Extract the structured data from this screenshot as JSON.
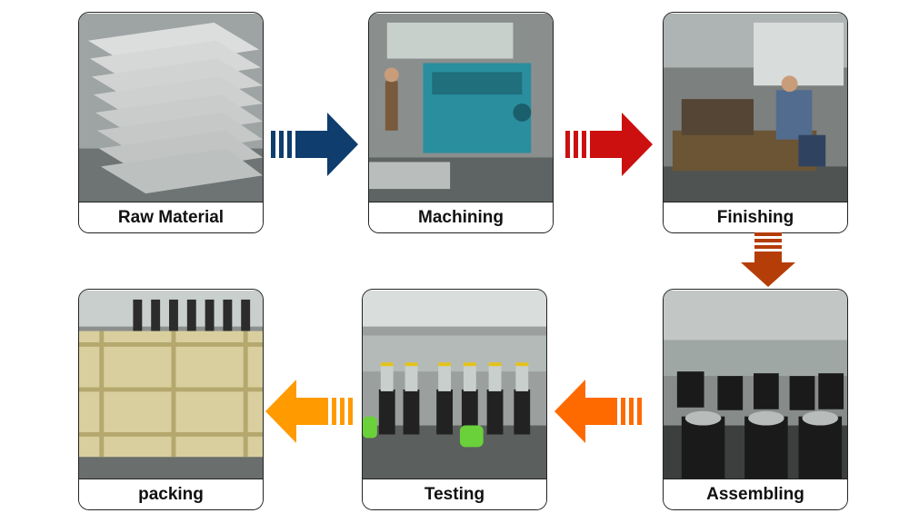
{
  "steps": [
    {
      "id": "raw",
      "label": "Raw Material"
    },
    {
      "id": "mach",
      "label": "Machining"
    },
    {
      "id": "fin",
      "label": "Finishing"
    },
    {
      "id": "asm",
      "label": "Assembling"
    },
    {
      "id": "test",
      "label": "Testing"
    },
    {
      "id": "pack",
      "label": "packing"
    }
  ],
  "colors": {
    "arrow_raw_to_machining": "#0e3d6e",
    "arrow_machining_to_finishing": "#cc1010",
    "arrow_finishing_to_assembling": "#b53d07",
    "arrow_assembling_to_testing": "#ff6a00",
    "arrow_testing_to_packing": "#ff9a00"
  }
}
